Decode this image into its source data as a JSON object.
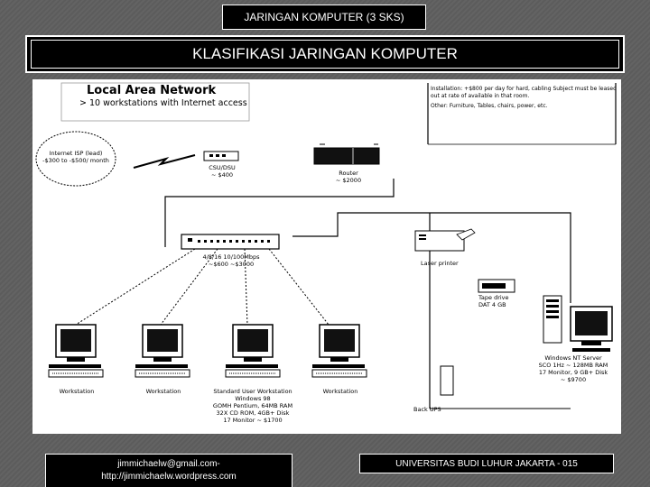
{
  "header": {
    "course": "JARINGAN KOMPUTER (3 SKS)",
    "title": "KLASIFIKASI JARINGAN KOMPUTER"
  },
  "diagram": {
    "lan_title": "Local Area Network",
    "lan_subtitle": "> 10 workstations with Internet access",
    "installation_text": "Installation: +$800 per day for hard, cabling Subject must be leased out at rate of available in that room.",
    "other_text": "Other: Furniture, Tables, chairs, power, etc.",
    "cloud_label": "Internet ISP (lead) -$300 to -$500/ month",
    "csu_label": "CSU/DSU\n~ $400",
    "router_label": "Router\n~ $2000",
    "hub_label": "4/8/16 10/100Mbps\n~$600 ~$3000",
    "printer_label": "Laser printer",
    "tape_label": "Tape drive\nDAT 4 GB",
    "server_label": "Windows NT Server\nSCO 1Hz ~ 128MB RAM\n17 Monitor, 9 GB+ Disk\n~ $9700",
    "ups_label": "Back UPS",
    "workstations": [
      {
        "label": "Workstation"
      },
      {
        "label": "Workstation"
      },
      {
        "label": "Standard User Workstation\nWindows 98\nGOMH Pentium, 64MB RAM\n32X CD ROM, 4GB+ Disk\n17 Monitor ~ $1700"
      },
      {
        "label": "Workstation"
      }
    ]
  },
  "footer": {
    "email": "jimmichaelw@gmail.com-",
    "website": "http://jimmichaelw.wordpress.com",
    "institution": "UNIVERSITAS BUDI LUHUR JAKARTA - 015"
  }
}
